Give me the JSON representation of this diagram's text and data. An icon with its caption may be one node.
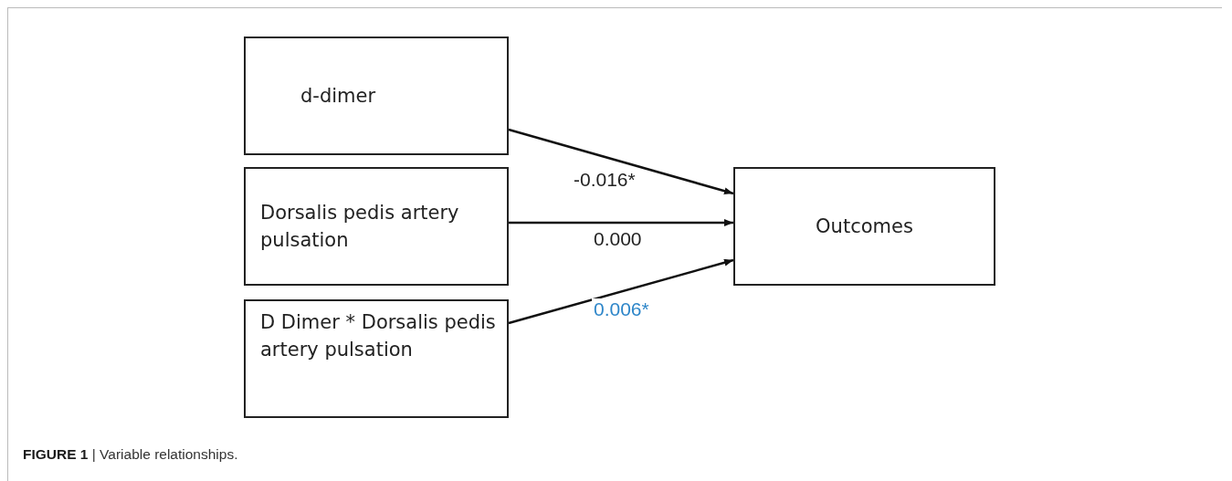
{
  "diagram": {
    "caption": "**FIGURE 1** | Variable relationships.",
    "nodes": [
      {
        "text": [
          "d-dimer"
        ]
      },
      {
        "text": [
          "Dorsalis pedis artery pulsation"
        ]
      },
      {
        "text": [
          "D Dimer * Dorsalis pedis artery pulsation"
        ]
      },
      {
        "text": [
          "Outcomes"
        ]
      }
    ],
    "edges": [
      {
        "from": 0,
        "to": 3,
        "arrow": "to",
        "label": "-0.016*"
      },
      {
        "from": 1,
        "to": 3,
        "arrow": "to",
        "label": "0.000"
      },
      {
        "from": 2,
        "to": 3,
        "arrow": "to",
        "label": "0.006*"
      }
    ]
  }
}
